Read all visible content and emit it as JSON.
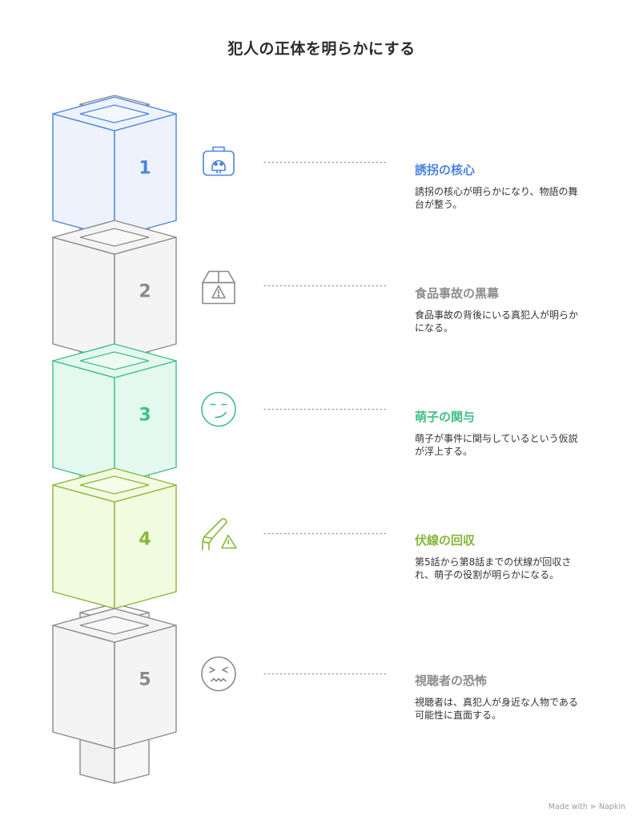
{
  "title": "犯人の正体を明らかにする",
  "steps": [
    {
      "number": "1",
      "title": "誘拐の核心",
      "description": "誘拐の核心が明らかになり、物語の舞台が整う。",
      "icon": "skull-bag-icon",
      "color": "#4a84df",
      "fill": "#edf2fd"
    },
    {
      "number": "2",
      "title": "食品事故の黒幕",
      "description": "食品事故の背後にいる真犯人が明らかになる。",
      "icon": "warning-box-icon",
      "color": "#8a8a8a",
      "fill": "#f4f4f4"
    },
    {
      "number": "3",
      "title": "萌子の関与",
      "description": "萌子が事件に関与しているという仮説が浮上する。",
      "icon": "suspicious-face-icon",
      "color": "#3fbf83",
      "fill": "#e3f9ef"
    },
    {
      "number": "4",
      "title": "伏線の回収",
      "description": "第5話から第8話までの伏線が回収され、萌子の役割が明らかになる。",
      "icon": "knife-warning-icon",
      "color": "#86b73a",
      "fill": "#f1fbdf"
    },
    {
      "number": "5",
      "title": "視聴者の恐怖",
      "description": "視聴者は、真犯人が身近な人物である可能性に直面する。",
      "icon": "scared-face-icon",
      "color": "#8a8a8a",
      "fill": "#f4f4f4"
    }
  ],
  "footer": "Made with ⋗ Napkin"
}
